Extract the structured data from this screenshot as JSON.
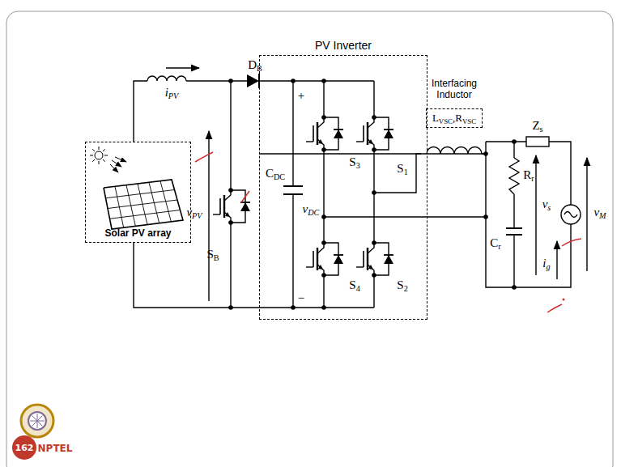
{
  "diagram": {
    "nodes": [
      {
        "text": [
          "Solar PV array"
        ]
      },
      {
        "text": [
          "PV Inverter"
        ]
      },
      {
        "text": [
          "Interfacing Inductor",
          "LVSC,RVSC"
        ]
      }
    ],
    "edges": [
      {
        "from": 1,
        "to": 2,
        "arrow": "none"
      }
    ],
    "labels": [
      "iPV",
      "vPV",
      "DB",
      "SB",
      "CDC",
      "vDC",
      "+",
      "−",
      "S3",
      "S1",
      "S4",
      "S2",
      "Rr",
      "Cr",
      "vs",
      "Zs",
      "vM",
      "ig",
      "162",
      "NPTEL"
    ]
  }
}
